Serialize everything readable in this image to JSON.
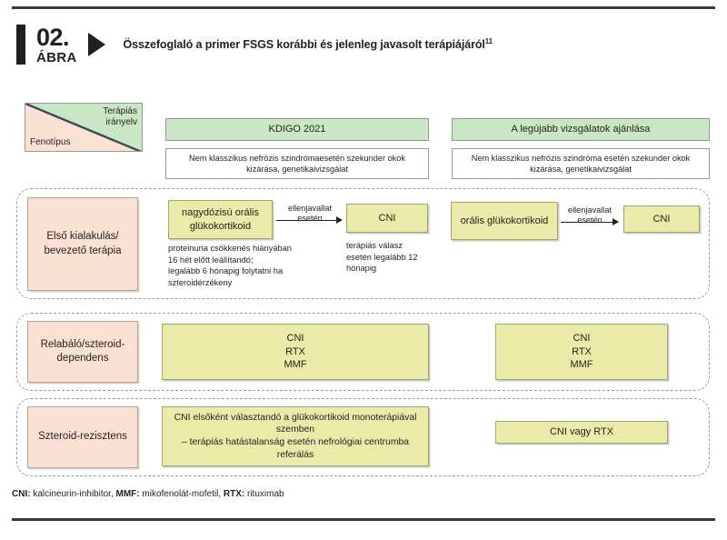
{
  "figure": {
    "number": "02.",
    "label": "ÁBRA",
    "title": "Összefoglaló a primer FSGS korábbi és jelenleg javasolt terápiájáról",
    "title_superscript": "11"
  },
  "legend_box": {
    "therapy_line1": "Terápiás",
    "therapy_line2": "irányelv",
    "phenotype": "Fenotípus"
  },
  "columns": [
    {
      "key": "kdigo",
      "header": "KDIGO 2021",
      "subheader": "Nem klasszikus nefrózis szindrómaesetén szekunder okok kizárása, genetikaivizsgálat"
    },
    {
      "key": "latest",
      "header": "A legújabb vizsgálatok ajánlása",
      "subheader": "Nem klasszikus nefrózis szindróma esetén szekunder okok kizárása, genetikaivizsgálat"
    }
  ],
  "rows": [
    {
      "key": "first-onset",
      "phenotype": "Első kialakulás/ bevezető terápia",
      "kdigo": {
        "primary_box": "nagydózisú orális glükokortikoid",
        "primary_note": "proteinuria csökkenés hiányában\n16 hét előtt leállítandó;\nlegalább 6 hónapig folytatni ha\nszteroidérzékeny",
        "arrow_label_line1": "ellenjavallat",
        "arrow_label_line2": "esetén",
        "secondary_box": "CNI",
        "secondary_note": "terápiás válasz\nesetén legalább 12\nhónapig"
      },
      "latest": {
        "primary_box": "orális glükokortikoid",
        "arrow_label_line1": "ellenjavallat",
        "arrow_label_line2": "esetén",
        "secondary_box": "CNI"
      }
    },
    {
      "key": "relapsing",
      "phenotype": "Relabáló/szteroid-dependens",
      "kdigo": {
        "primary_box": "CNI\nRTX\nMMF"
      },
      "latest": {
        "primary_box": "CNI\nRTX\nMMF"
      }
    },
    {
      "key": "resistant",
      "phenotype": "Szteroid-rezisztens",
      "kdigo": {
        "primary_box": "CNI elsőként választandó a glükokortikoid monoterápiával szemben\n– terápiás hatástalanság esetén nefrológiai centrumba referálás"
      },
      "latest": {
        "primary_box": "CNI vagy RTX"
      }
    }
  ],
  "footer": {
    "abbr1_key": "CNI:",
    "abbr1_val": " kalcineurin-inhibitor, ",
    "abbr2_key": "MMF:",
    "abbr2_val": " mikofenolát-mofetil, ",
    "abbr3_key": "RTX:",
    "abbr3_val": " rituximab"
  },
  "colors": {
    "green": "#c9e7c4",
    "yellow": "#eaeaa9",
    "pink": "#fbe1d4",
    "ink": "#231f20",
    "dash": "#9c9c9c"
  }
}
